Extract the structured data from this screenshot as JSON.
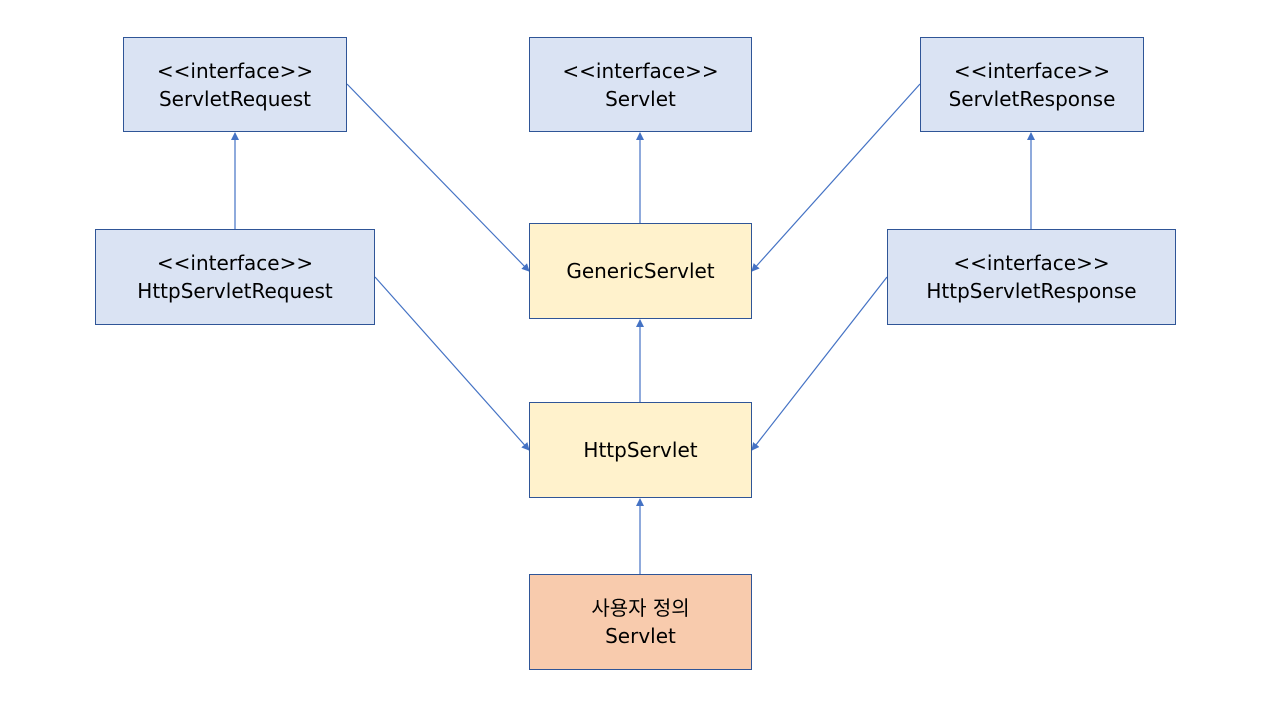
{
  "diagram": {
    "nodes": [
      {
        "id": "servlet-request",
        "stereotype": "<<interface>>",
        "name": "ServletRequest",
        "kind": "interface"
      },
      {
        "id": "servlet",
        "stereotype": "<<interface>>",
        "name": "Servlet",
        "kind": "interface"
      },
      {
        "id": "servlet-response",
        "stereotype": "<<interface>>",
        "name": "ServletResponse",
        "kind": "interface"
      },
      {
        "id": "http-servlet-request",
        "stereotype": "<<interface>>",
        "name": "HttpServletRequest",
        "kind": "interface"
      },
      {
        "id": "generic-servlet",
        "name": "GenericServlet",
        "kind": "class"
      },
      {
        "id": "http-servlet-response",
        "stereotype": "<<interface>>",
        "name": "HttpServletResponse",
        "kind": "interface"
      },
      {
        "id": "http-servlet",
        "name": "HttpServlet",
        "kind": "class"
      },
      {
        "id": "user-servlet",
        "line1": "사용자 정의",
        "line2": "Servlet",
        "kind": "custom"
      }
    ],
    "edges": [
      {
        "from": "http-servlet-request",
        "to": "servlet-request"
      },
      {
        "from": "servlet-request",
        "to": "generic-servlet"
      },
      {
        "from": "generic-servlet",
        "to": "servlet"
      },
      {
        "from": "servlet-response",
        "to": "generic-servlet"
      },
      {
        "from": "http-servlet-response",
        "to": "servlet-response"
      },
      {
        "from": "http-servlet-request",
        "to": "http-servlet"
      },
      {
        "from": "http-servlet",
        "to": "generic-servlet"
      },
      {
        "from": "http-servlet-response",
        "to": "http-servlet"
      },
      {
        "from": "user-servlet",
        "to": "http-servlet"
      }
    ],
    "colors": {
      "interface_fill": "#dae3f3",
      "class_fill": "#fff2cc",
      "custom_fill": "#f8cbad",
      "border": "#2f5597",
      "arrow": "#4472c4"
    }
  }
}
